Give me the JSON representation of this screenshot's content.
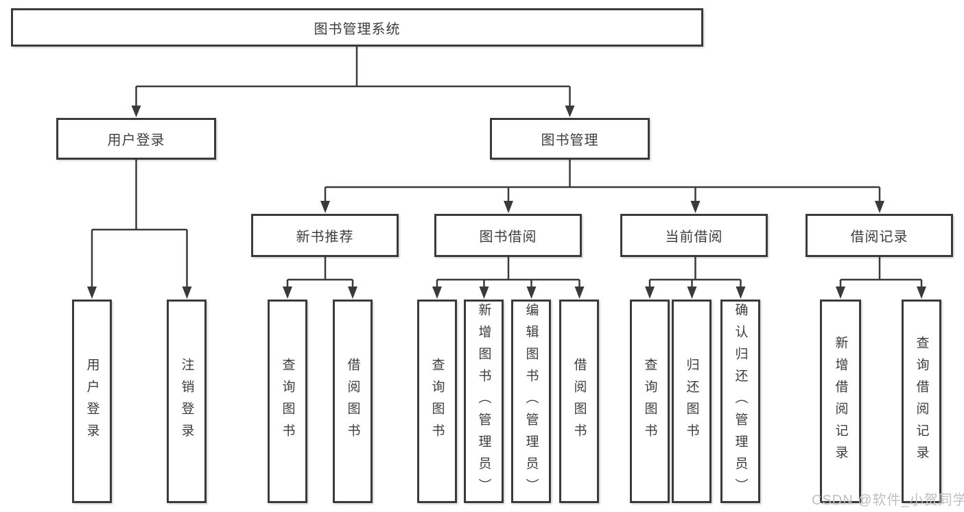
{
  "diagram": {
    "title": "图书管理系统",
    "colors": {
      "background": "#ffffff",
      "line": "#3a3a3a",
      "box_border": "#3a3a3a",
      "text": "#3d3d3d",
      "watermark": "#bcc0c4"
    },
    "tree": {
      "label": "图书管理系统",
      "children": [
        {
          "label": "用户登录",
          "children": [
            {
              "label": "用户登录"
            },
            {
              "label": "注销登录"
            }
          ]
        },
        {
          "label": "图书管理",
          "children": [
            {
              "label": "新书推荐",
              "children": [
                {
                  "label": "查询图书"
                },
                {
                  "label": "借阅图书"
                }
              ]
            },
            {
              "label": "图书借阅",
              "children": [
                {
                  "label": "查询图书"
                },
                {
                  "label": "新增图书（管理员）"
                },
                {
                  "label": "编辑图书（管理员）"
                },
                {
                  "label": "借阅图书"
                }
              ]
            },
            {
              "label": "当前借阅",
              "children": [
                {
                  "label": "查询图书"
                },
                {
                  "label": "归还图书"
                },
                {
                  "label": "确认归还（管理员）"
                }
              ]
            },
            {
              "label": "借阅记录",
              "children": [
                {
                  "label": "新增借阅记录"
                },
                {
                  "label": "查询借阅记录"
                }
              ]
            }
          ]
        }
      ]
    },
    "watermark": "CSDN @软件_小贺同学"
  }
}
